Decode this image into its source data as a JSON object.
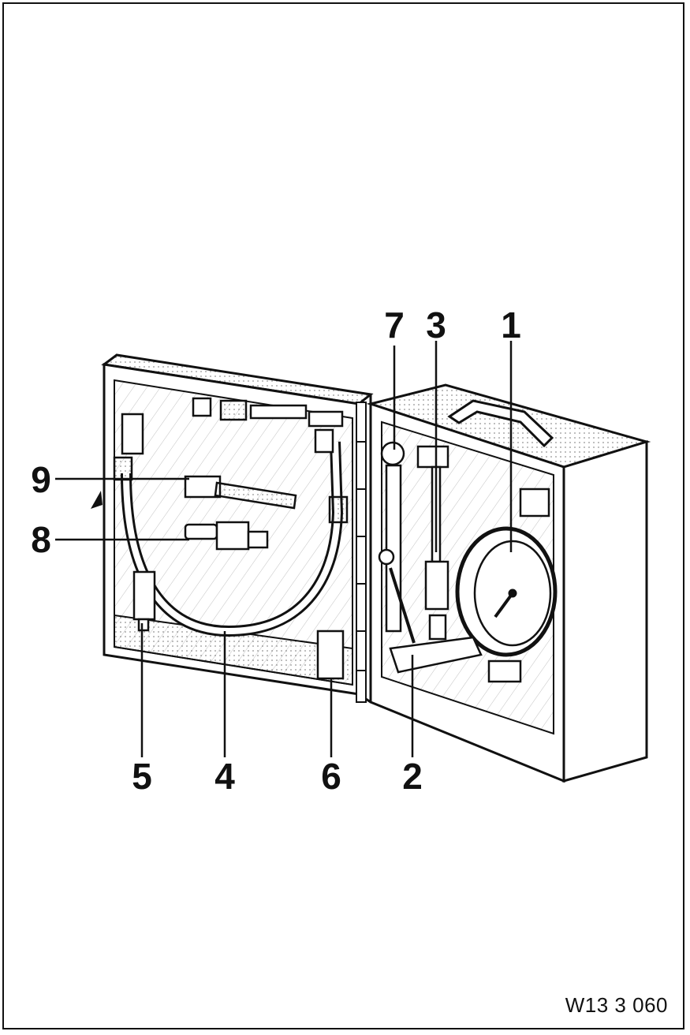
{
  "figure": {
    "reference_code": "W13 3 060",
    "callouts": [
      {
        "id": "1",
        "text": "1"
      },
      {
        "id": "2",
        "text": "2"
      },
      {
        "id": "3",
        "text": "3"
      },
      {
        "id": "4",
        "text": "4"
      },
      {
        "id": "5",
        "text": "5"
      },
      {
        "id": "6",
        "text": "6"
      },
      {
        "id": "7",
        "text": "7"
      },
      {
        "id": "8",
        "text": "8"
      },
      {
        "id": "9",
        "text": "9"
      }
    ]
  },
  "colors": {
    "ink": "#111111",
    "paper": "#ffffff"
  }
}
